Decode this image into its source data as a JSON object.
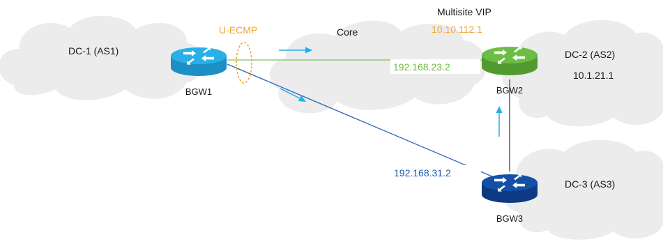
{
  "labels": {
    "dc1": "DC-1 (AS1)",
    "dc2": "DC-2 (AS2)",
    "dc2_ip": "10.1.21.1",
    "dc3": "DC-3 (AS3)",
    "core": "Core",
    "uecmp": "U-ECMP",
    "multisite_vip": "Multisite VIP",
    "vip_ip": "10.10.112.1",
    "link_bgw2_ip": "192.168.23.2",
    "link_bgw3_ip": "192.168.31.2"
  },
  "devices": {
    "bgw1": {
      "name": "BGW1",
      "color": "#29b0e6"
    },
    "bgw2": {
      "name": "BGW2",
      "color": "#6cbd45"
    },
    "bgw3": {
      "name": "BGW3",
      "color": "#1450a8"
    }
  },
  "colors": {
    "cloud": "#ececec",
    "uecmp": "#f2a530",
    "vip_ip": "#f2a530",
    "link_bgw2": "#7ec35a",
    "link_bgw3": "#2d64b4",
    "link_bgw2_bgw3": "#444444",
    "flow_arrow": "#21aee8",
    "ip_bgw2": "#6cbd45",
    "ip_bgw3": "#1c5bb0"
  }
}
